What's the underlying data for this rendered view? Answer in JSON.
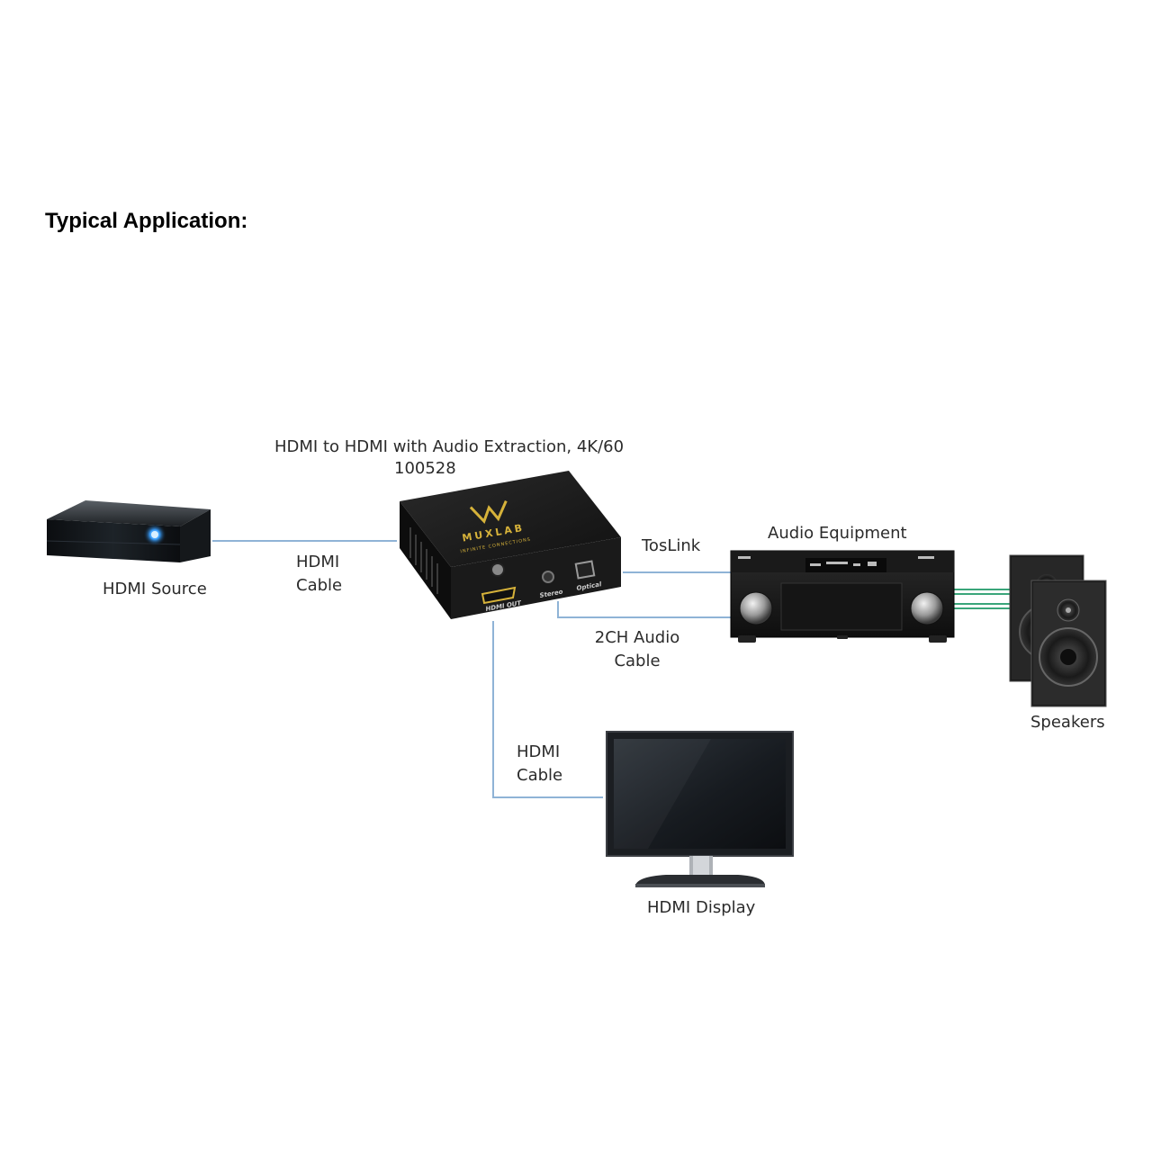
{
  "heading": "Typical Application:",
  "device": {
    "title": "HDMI to HDMI with Audio Extraction, 4K/60",
    "model": "100528",
    "brand": "MUXLAB",
    "tagline": "INFINITE CONNECTIONS",
    "port_hdmi_out": "HDMI OUT",
    "port_stereo": "Stereo",
    "port_optical": "Optical"
  },
  "labels": {
    "hdmi_source": "HDMI Source",
    "hdmi_cable_1_line1": "HDMI",
    "hdmi_cable_1_line2": "Cable",
    "toslink": "TosLink",
    "audio_equipment": "Audio Equipment",
    "audio_cable_line1": "2CH Audio",
    "audio_cable_line2": "Cable",
    "speakers": "Speakers",
    "hdmi_cable_2_line1": "HDMI",
    "hdmi_cable_2_line2": "Cable",
    "hdmi_display": "HDMI Display"
  },
  "colors": {
    "cable_blue": "#8fb3d6",
    "speaker_cable_green": "#3aa57a",
    "brand_gold": "#d6b23a",
    "source_glow": "#3aa0ff"
  }
}
